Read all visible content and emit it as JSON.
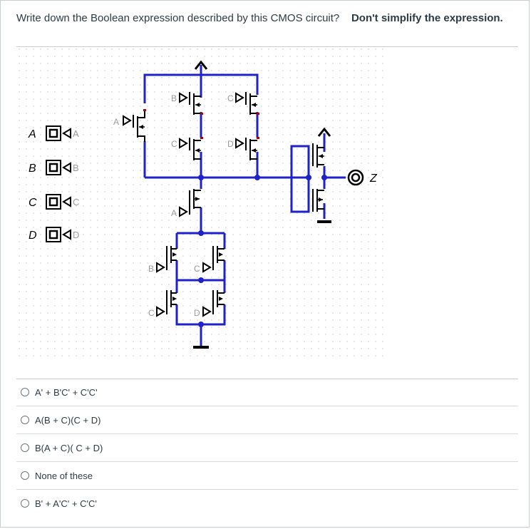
{
  "question": {
    "text": "Write down the Boolean expression described by this CMOS circuit?",
    "bold_text": "Don't simplify the expression."
  },
  "circuit": {
    "inputs": [
      {
        "name": "A",
        "pin_label": "A"
      },
      {
        "name": "B",
        "pin_label": "B"
      },
      {
        "name": "C",
        "pin_label": "C"
      },
      {
        "name": "D",
        "pin_label": "D"
      }
    ],
    "output": {
      "name": "Z"
    },
    "gate_labels": {
      "pA": "A",
      "pB": "B",
      "pC1": "C",
      "pC2": "C",
      "pD": "D",
      "nA": "A",
      "nB": "B",
      "nC1": "C",
      "nC2": "C",
      "nD": "D"
    },
    "colors": {
      "wire": "#1f22c8",
      "node": "#1f22c8",
      "ground": "#aa0000",
      "device": "#000000",
      "pin_label": "#9a9a9a",
      "grid_dot": "#d4d4d4"
    }
  },
  "answers": [
    {
      "label": "A' + B'C' + C'C'"
    },
    {
      "label": "A(B + C)(C + D)"
    },
    {
      "label": "B(A + C)( C + D)"
    },
    {
      "label": "None of these"
    },
    {
      "label": "B' + A'C' + C'C'"
    }
  ]
}
